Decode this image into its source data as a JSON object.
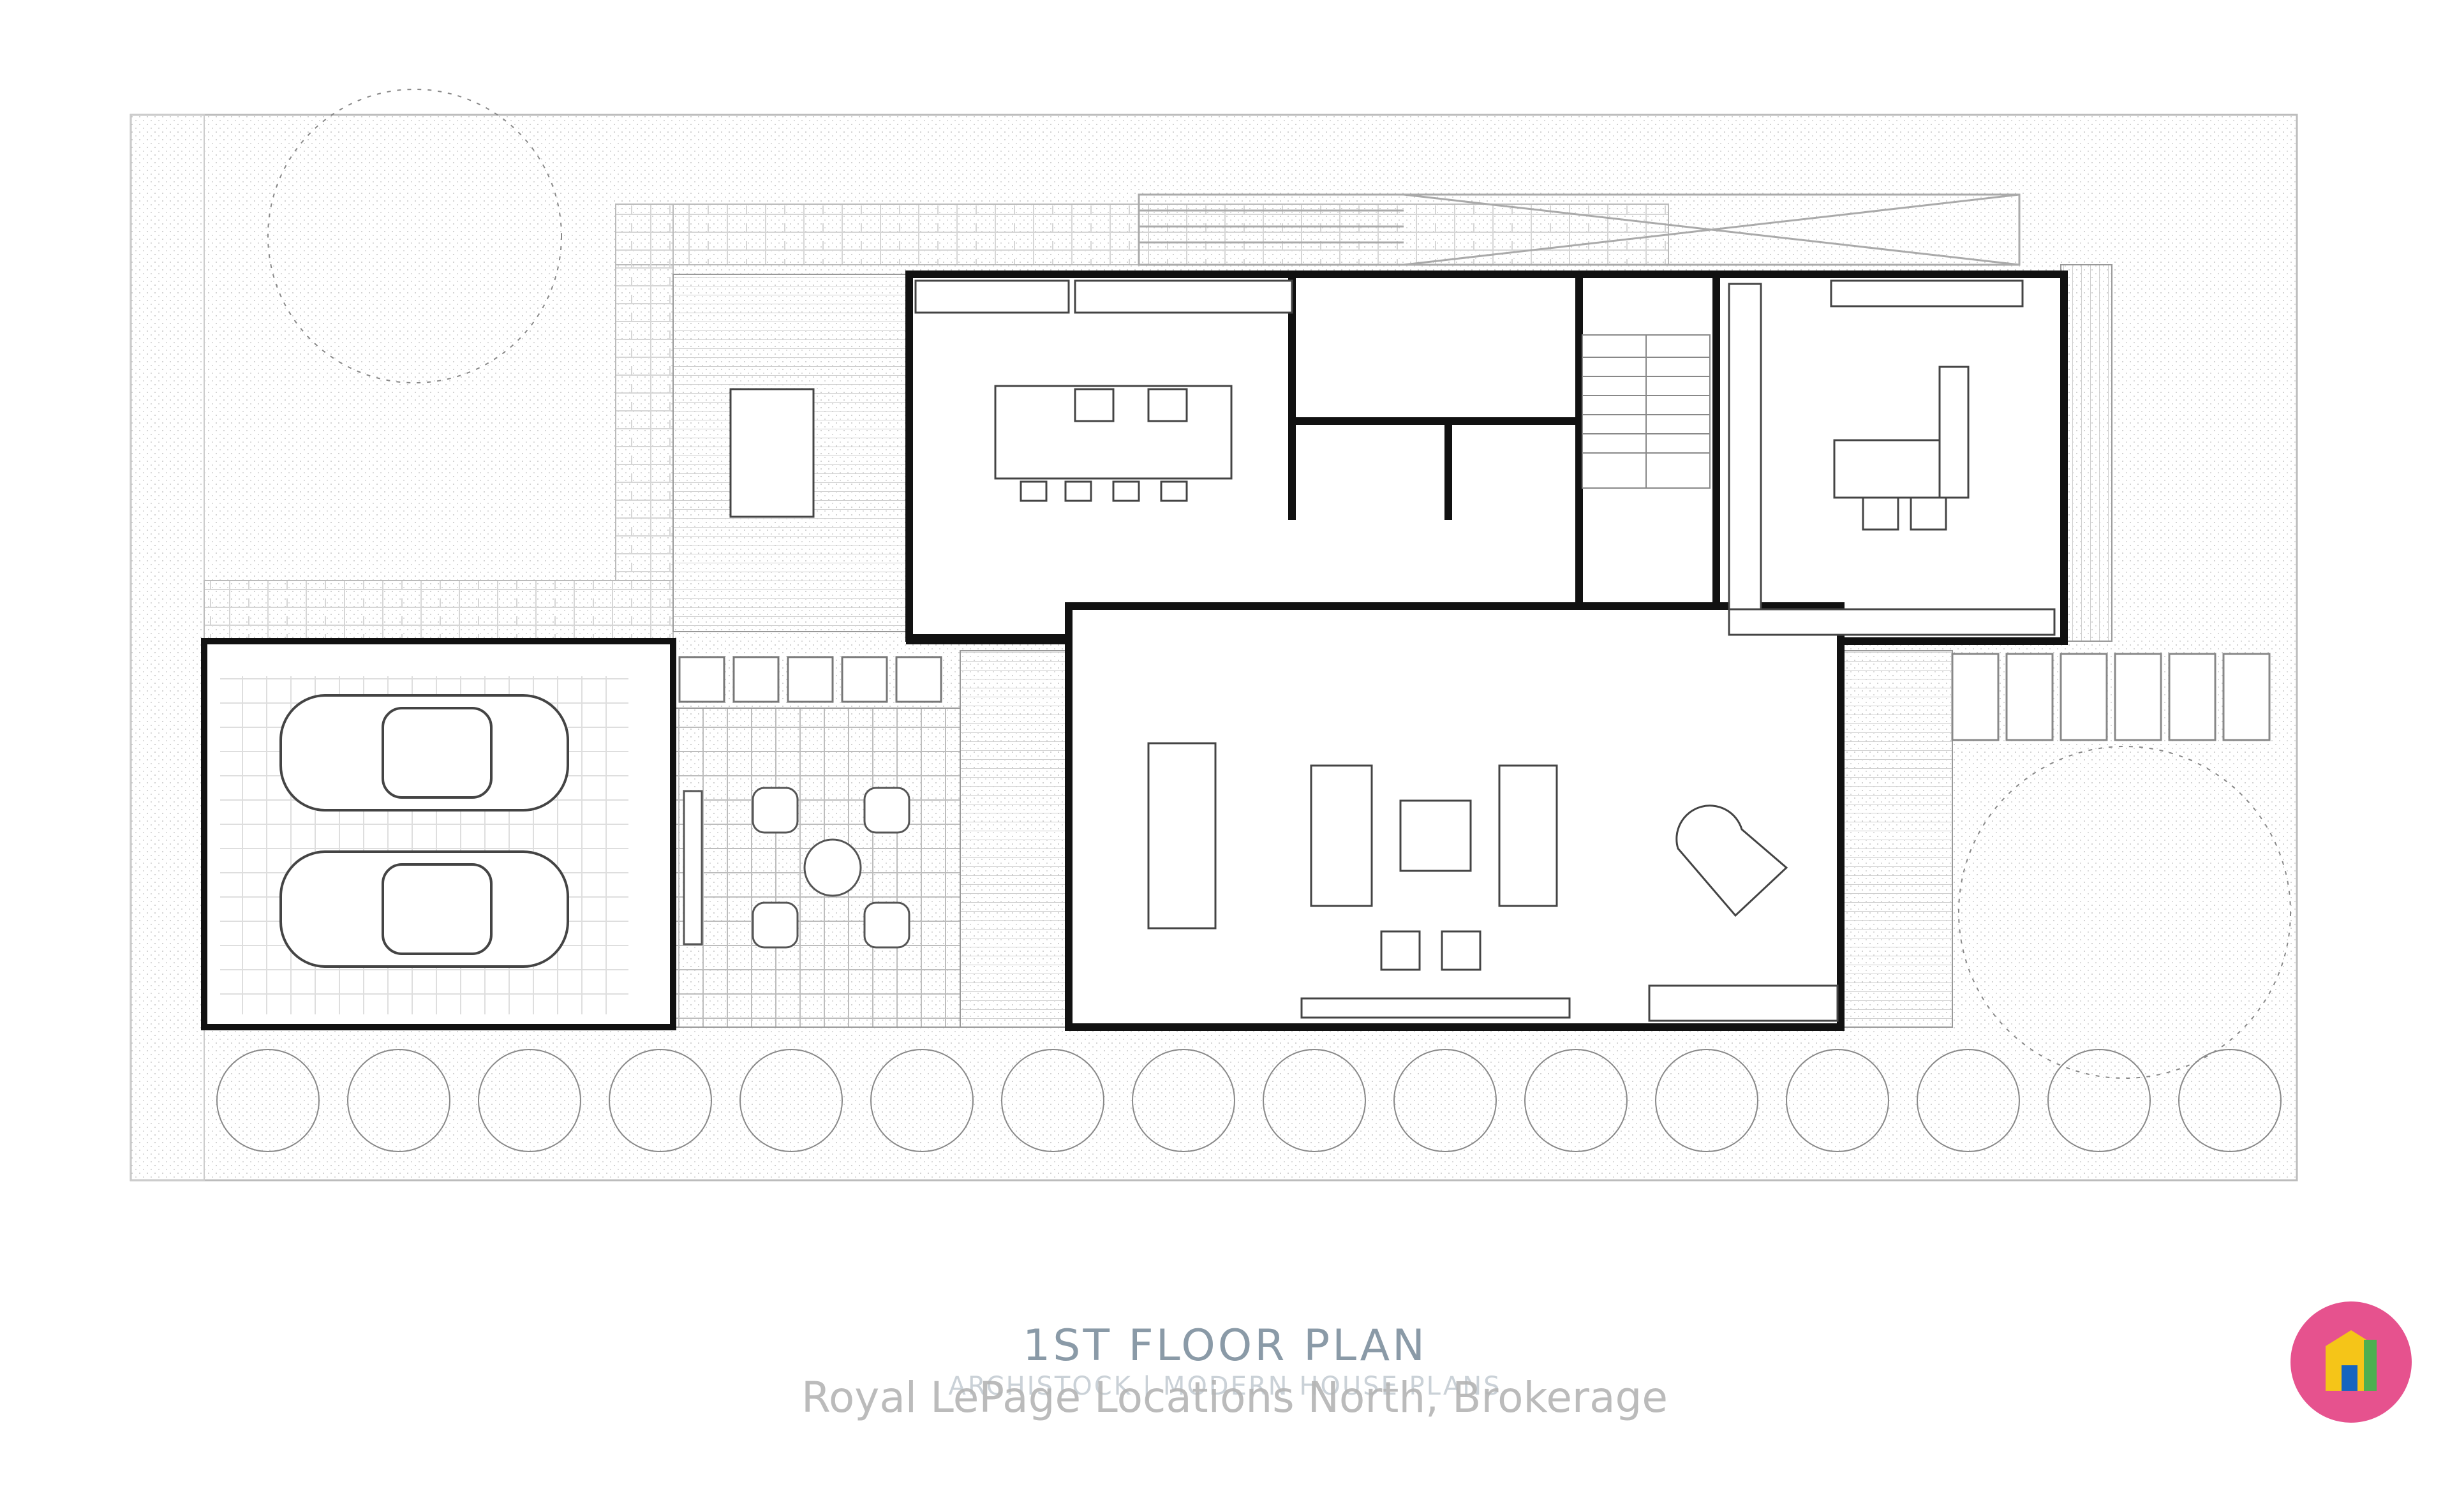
{
  "plan": {
    "title": "1ST FLOOR PLAN",
    "subtitle": "ARCHISTOCK | MODERN HOUSE PLANS",
    "watermark": "Royal LePage Locations North, Brokerage",
    "logo_icon": "house-logo-icon"
  },
  "colors": {
    "wall": "#111111",
    "line": "#9a9a9a",
    "title": "#8a9aa7",
    "logo_bg": "#e6528e",
    "logo_house": "#f5c518"
  }
}
